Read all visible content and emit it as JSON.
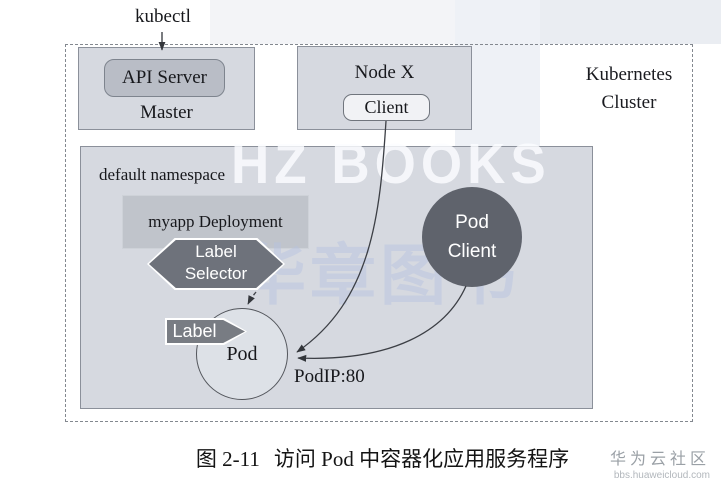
{
  "figure": {
    "kubectl": "kubectl",
    "cluster": {
      "line1": "Kubernetes",
      "line2": "Cluster"
    },
    "master": {
      "api_server": "API Server",
      "label": "Master"
    },
    "node": {
      "label": "Node X",
      "client": "Client"
    },
    "namespace": {
      "label": "default namespace",
      "deployment": "myapp Deployment",
      "selector": {
        "line1": "Label",
        "line2": "Selector"
      },
      "label_tag": "Label",
      "pod": "Pod",
      "pod_ip": "PodIP:80"
    },
    "pod_client": {
      "line1": "Pod",
      "line2": "Client"
    }
  },
  "watermark": {
    "en": "HZ BOOKS",
    "cn": "华章图书"
  },
  "caption": {
    "number": "图 2-11",
    "text": "访问 Pod 中容器化应用服务程序"
  },
  "attribution": {
    "community": "华为云社区",
    "site": "bbs.huaweicloud.com"
  },
  "colors": {
    "box_fill": "#d6d9e0",
    "box_border": "#8b909a",
    "api_server_fill": "#b9bdc6",
    "deployment_fill": "#c0c4cb",
    "dark_shape_fill": "#5f636c",
    "watermark_blue": "#b6c2e0",
    "caption_gray": "#9aa0a6"
  }
}
